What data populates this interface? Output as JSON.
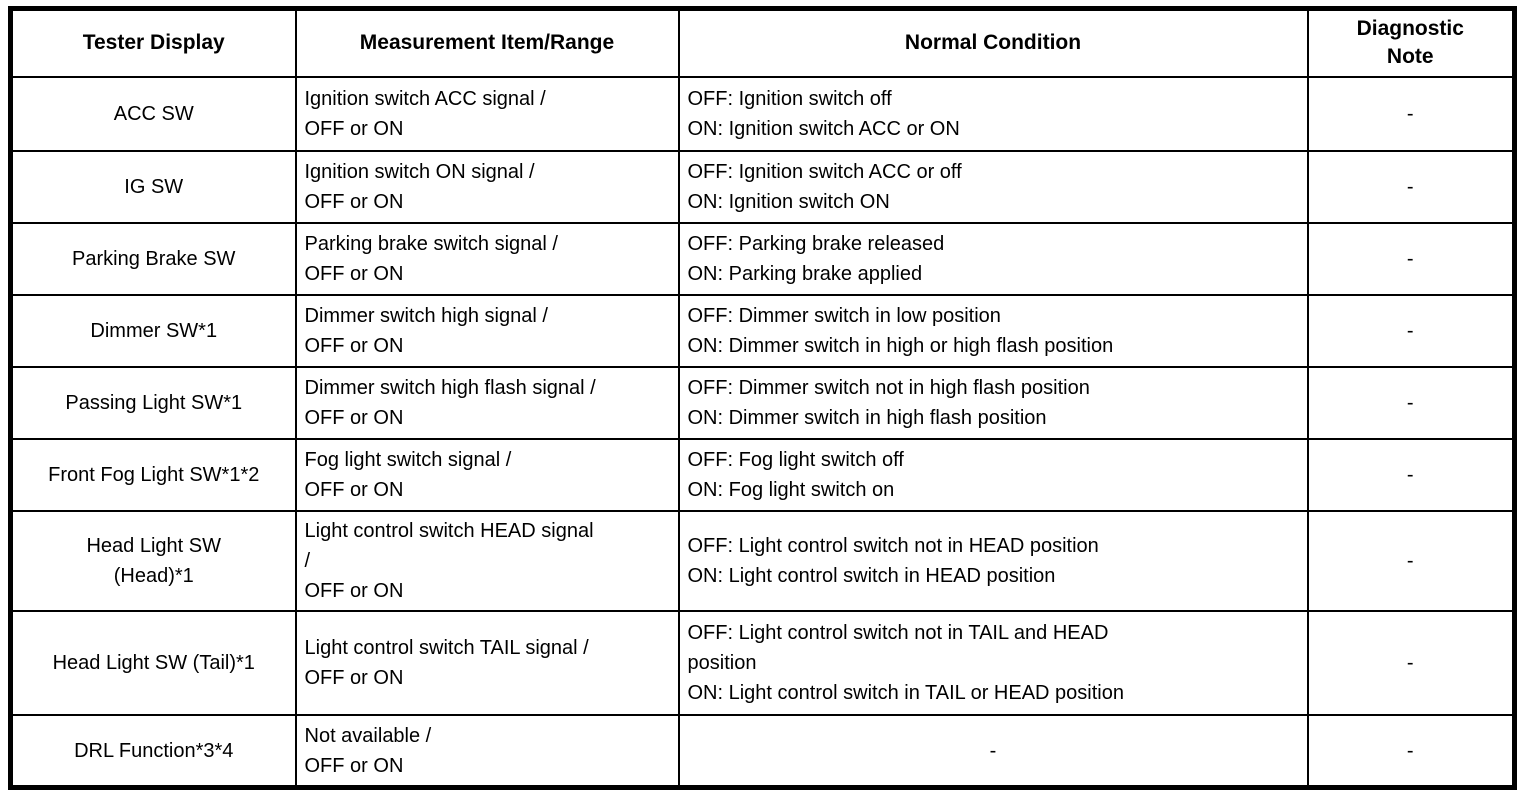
{
  "colors": {
    "border": "#000000",
    "background": "#ffffff",
    "text": "#000000"
  },
  "table": {
    "headers": {
      "tester_display": "Tester Display",
      "measurement": "Measurement Item/Range",
      "normal_condition": "Normal Condition",
      "diagnostic_note": "Diagnostic\nNote"
    },
    "rows": [
      {
        "tester_display": "ACC SW",
        "measurement": "Ignition switch ACC signal /\nOFF or ON",
        "normal_condition": "OFF: Ignition switch off\nON: Ignition switch ACC or ON",
        "diagnostic_note": "-"
      },
      {
        "tester_display": "IG SW",
        "measurement": "Ignition switch ON signal /\nOFF or ON",
        "normal_condition": "OFF: Ignition switch ACC or off\nON: Ignition switch ON",
        "diagnostic_note": "-"
      },
      {
        "tester_display": "Parking Brake SW",
        "measurement": "Parking brake switch signal /\nOFF or ON",
        "normal_condition": "OFF: Parking brake released\nON: Parking brake applied",
        "diagnostic_note": "-"
      },
      {
        "tester_display": "Dimmer SW*1",
        "measurement": "Dimmer switch high signal /\nOFF or ON",
        "normal_condition": "OFF: Dimmer switch in low position\nON: Dimmer switch in high or high flash position",
        "diagnostic_note": "-"
      },
      {
        "tester_display": "Passing Light SW*1",
        "measurement": "Dimmer switch high flash signal /\nOFF or ON",
        "normal_condition": "OFF: Dimmer switch not in high flash position\nON: Dimmer switch in high flash position",
        "diagnostic_note": "-"
      },
      {
        "tester_display": "Front Fog Light SW*1*2",
        "measurement": "Fog light switch signal /\nOFF or ON",
        "normal_condition": "OFF: Fog light switch off\nON: Fog light switch on",
        "diagnostic_note": "-"
      },
      {
        "tester_display": "Head Light SW\n(Head)*1",
        "measurement": "Light control switch HEAD signal\n/\nOFF or ON",
        "normal_condition": "OFF: Light control switch not in HEAD position\nON: Light control switch in HEAD position",
        "diagnostic_note": "-"
      },
      {
        "tester_display": "Head Light SW (Tail)*1",
        "measurement": "Light control switch TAIL signal /\nOFF or ON",
        "normal_condition": "OFF: Light control switch not in TAIL and HEAD\nposition\nON: Light control switch in TAIL or HEAD position",
        "diagnostic_note": "-"
      },
      {
        "tester_display": "DRL Function*3*4",
        "measurement": "Not available /\nOFF or ON",
        "normal_condition": "-",
        "diagnostic_note": "-"
      }
    ]
  }
}
